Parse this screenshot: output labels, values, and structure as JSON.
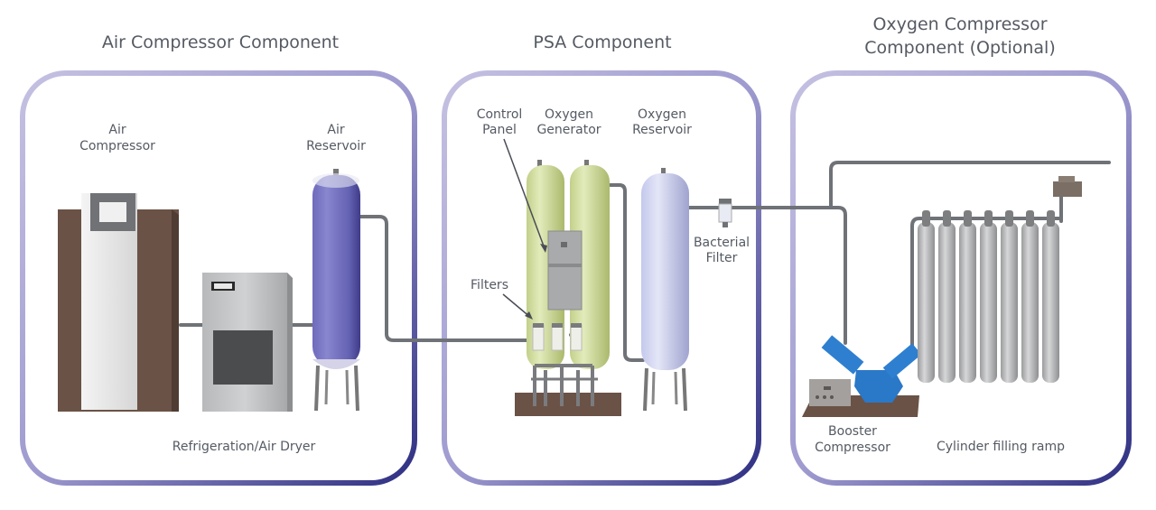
{
  "sections": [
    {
      "title_lines": [
        "Air Compressor Component"
      ]
    },
    {
      "title_lines": [
        "PSA Component"
      ]
    },
    {
      "title_lines": [
        "Oxygen Compressor",
        "Component (Optional)"
      ]
    }
  ],
  "labels": {
    "air_compressor": [
      "Air",
      "Compressor"
    ],
    "air_reservoir": [
      "Air",
      "Reservoir"
    ],
    "dryer": [
      "Refrigeration/Air Dryer"
    ],
    "control_panel": [
      "Control",
      "Panel"
    ],
    "oxygen_generator": [
      "Oxygen",
      "Generator"
    ],
    "oxygen_reservoir": [
      "Oxygen",
      "Reservoir"
    ],
    "filters": [
      "Filters"
    ],
    "bacterial_filter": [
      "Bacterial",
      "Filter"
    ],
    "booster_compressor": [
      "Booster",
      "Compressor"
    ],
    "cylinder_ramp": [
      "Cylinder filling ramp"
    ]
  },
  "cylinder_count": 7,
  "colors": {
    "frame_light": "#c5c1e2",
    "frame_dark": "#2e2f82",
    "text": "#555a63",
    "pipe": "#6f7277",
    "compressor_brown": "#6a5246",
    "air_tank": "#7a78c4",
    "psa_tank": "#d5e0a6",
    "oxygen_tank": "#d3d6f0",
    "booster_blue": "#2a78c8",
    "cylinder": "#bfc0c2"
  }
}
